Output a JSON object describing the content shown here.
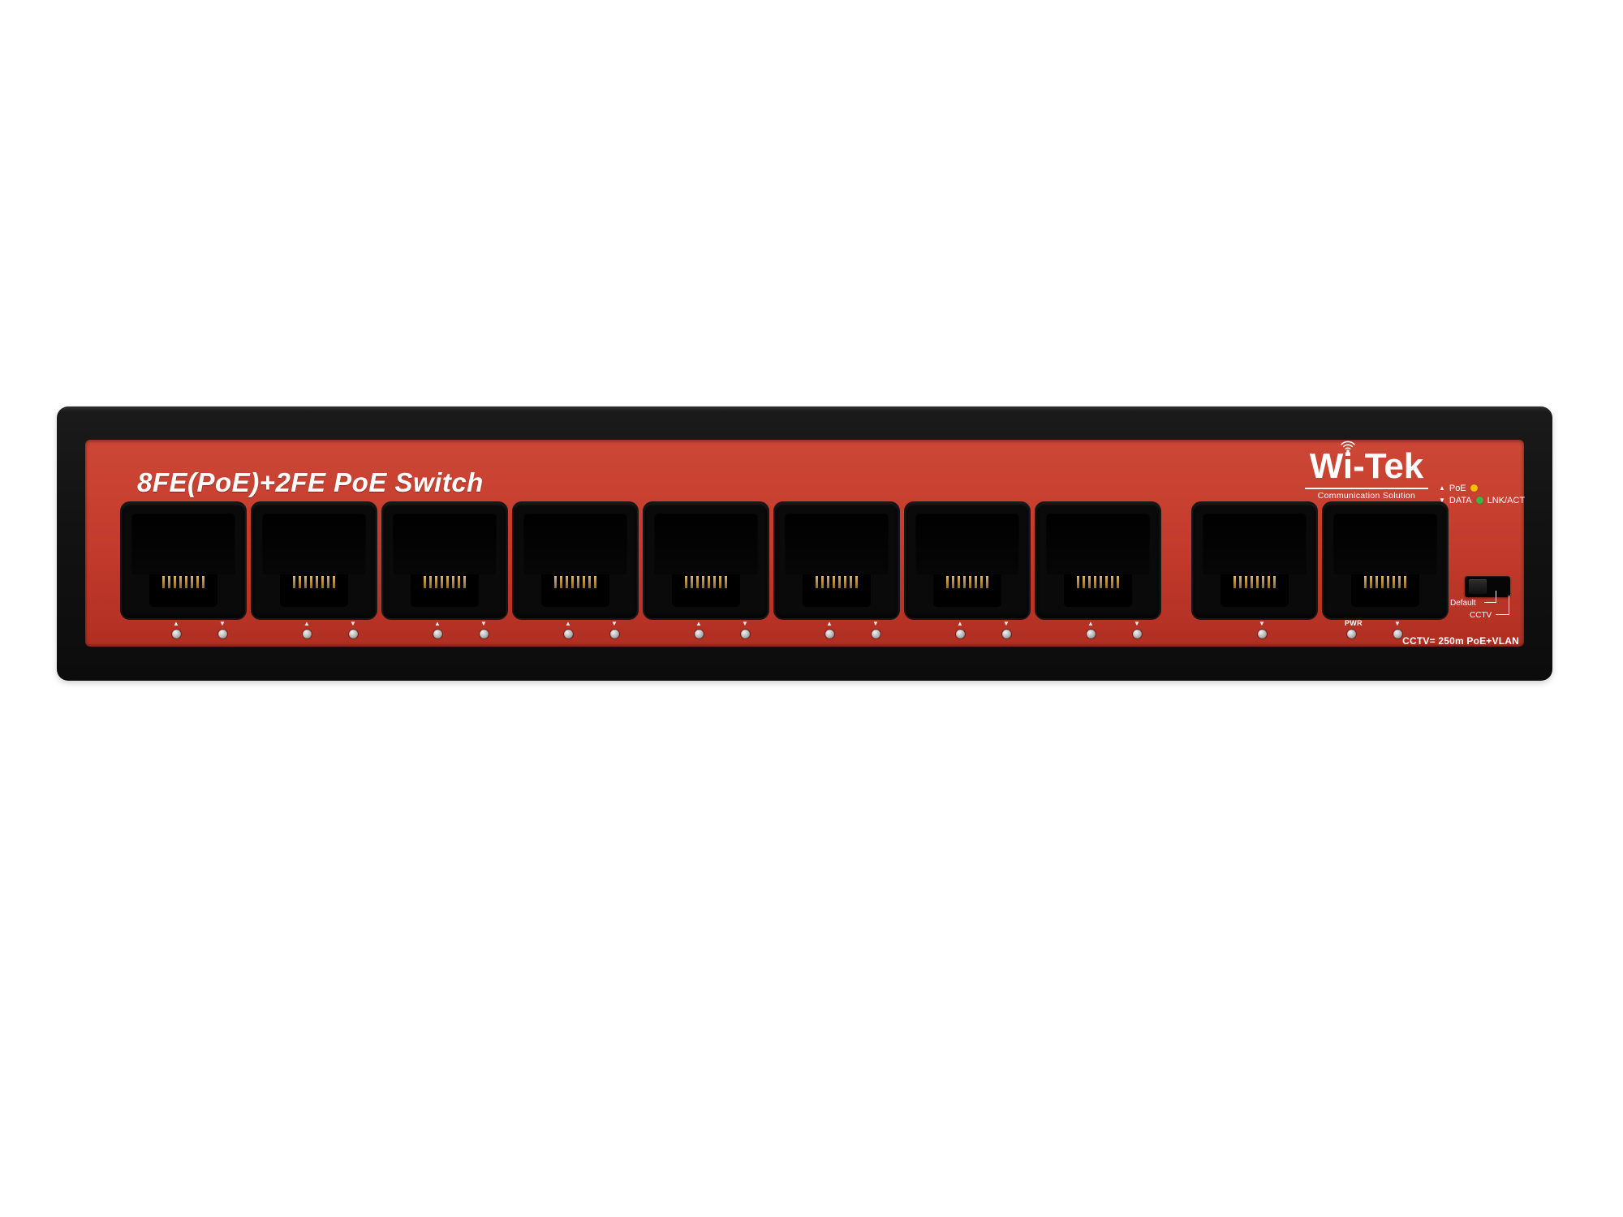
{
  "device": {
    "title": "8FE(PoE)+2FE PoE Switch",
    "brand": {
      "name": "Wi-Tek",
      "subtitle": "Communication Solution"
    },
    "legend": {
      "poe_symbol": "▲",
      "poe_label": "PoE",
      "poe_dot_color": "#f3c000",
      "data_symbol": "▼",
      "data_label": "DATA",
      "lnkact_dot_color": "#3cb54a",
      "lnkact_label": "LNK/ACT"
    },
    "controls": {
      "default_label": "Default",
      "cctv_label": "CCTV",
      "pwr_label": "PWR",
      "mode_note": "CCTV= 250m PoE+VLAN"
    },
    "ports": {
      "count": 10,
      "poe_ports": 8,
      "uplink_ports": 2
    },
    "colors": {
      "faceplate_red": "#c23a2b",
      "case_black": "#131313",
      "led_off_gray": "#b5b5b5",
      "text_white": "#ffffff"
    }
  }
}
